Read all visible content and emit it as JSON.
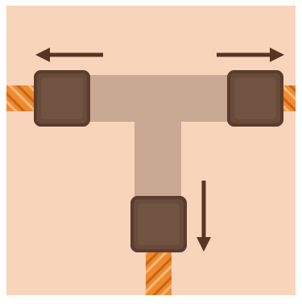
{
  "scene": {
    "description_free": true,
    "piece": "t-junction",
    "connectors": [
      "left",
      "right",
      "bottom"
    ],
    "pull_directions": [
      "left",
      "right",
      "down"
    ]
  },
  "colors": {
    "background": "#f8d4bb",
    "pipe": "#c9a894",
    "connector": "#6a4a38",
    "connector_edge": "#5a3d2e",
    "rope_main": "#ef8a2d",
    "rope_light": "#f7b779",
    "rope_dark": "#c9661a",
    "arrow": "#5a3422"
  },
  "icons": {
    "left": "arrow-left-icon",
    "right": "arrow-right-icon",
    "down": "arrow-down-icon"
  }
}
